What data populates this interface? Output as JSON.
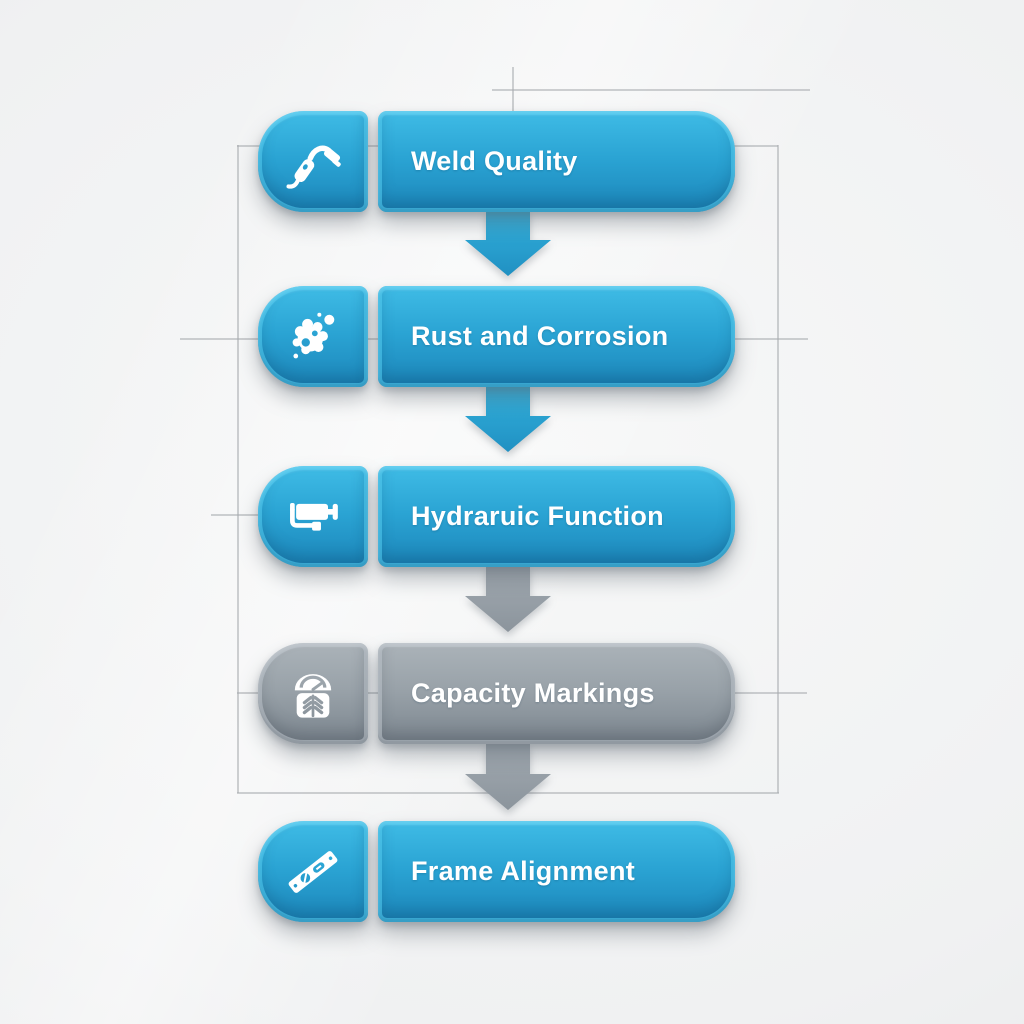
{
  "flowchart": {
    "steps": [
      {
        "label": "Weld Quality",
        "icon": "welding-torch-icon",
        "variant": "blue"
      },
      {
        "label": "Rust and Corrosion",
        "icon": "corrosion-splat-icon",
        "variant": "blue"
      },
      {
        "label": "Hydraruic Function",
        "icon": "hydraulic-cylinder-icon",
        "variant": "blue"
      },
      {
        "label": "Capacity Markings",
        "icon": "capacity-scale-icon",
        "variant": "gray"
      },
      {
        "label": "Frame Alignment",
        "icon": "spirit-level-icon",
        "variant": "blue"
      }
    ],
    "arrows": [
      {
        "from": "Weld Quality",
        "to": "Rust and Corrosion",
        "color": "blue"
      },
      {
        "from": "Rust and Corrosion",
        "to": "Hydraruic Function",
        "color": "blue"
      },
      {
        "from": "Hydraruic Function",
        "to": "Capacity Markings",
        "color": "gray"
      },
      {
        "from": "Capacity Markings",
        "to": "Frame Alignment",
        "color": "gray"
      }
    ],
    "colors": {
      "node_blue_top": "#3fbce6",
      "node_blue_bottom": "#1c86ba",
      "node_blue_rim": "#54cdf2",
      "node_gray_top": "#abb3b9",
      "node_gray_bottom": "#7c868f",
      "arrow_blue_top": "#33b2de",
      "arrow_blue_bottom": "#2090c2",
      "arrow_gray_top": "#a3abb2",
      "arrow_gray_bottom": "#8b949c",
      "icon_color": "#ffffff",
      "text_color": "#ffffff",
      "background": "#eff0f1",
      "guide_line": "#a7abaf"
    }
  }
}
